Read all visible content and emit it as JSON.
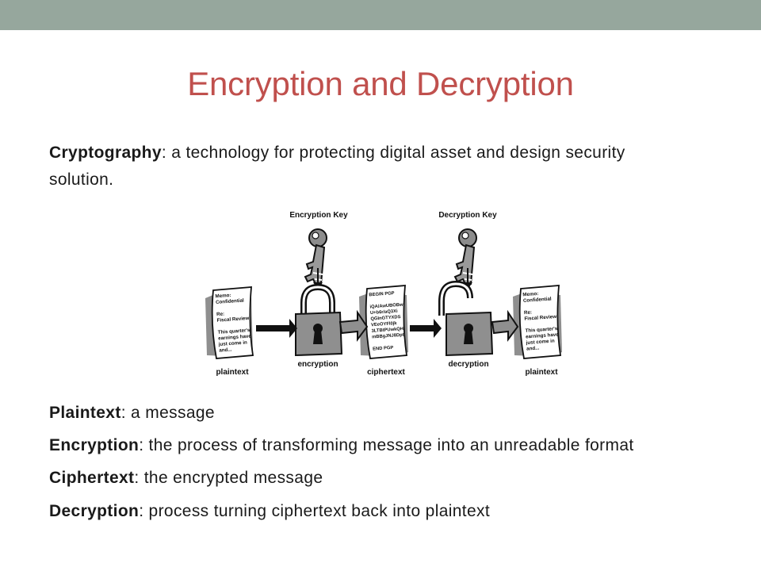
{
  "slide": {
    "title": "Encryption and Decryption",
    "intro": {
      "term": "Cryptography",
      "definition": ": a technology for protecting digital asset and design security solution."
    },
    "diagram": {
      "keys": {
        "encryption_key": "Encryption Key",
        "decryption_key": "Decryption Key"
      },
      "stages": [
        "plaintext",
        "encryption",
        "ciphertext",
        "decryption",
        "plaintext"
      ],
      "documents": {
        "plaintext_in": [
          "Memo:",
          "Confidential",
          "",
          "Re:",
          "Fiscal Review",
          "",
          "This quarter's",
          "earnings have",
          "just come in",
          "and..."
        ],
        "ciphertext": [
          "BEGIN PGP",
          "",
          "iQA/AwUBOBw",
          "U+b6r/aQ3Xi",
          "QGInGTYXDS",
          "VEeOYFl0jk",
          "3LTBtPUwkQH",
          "mBBgJNJ8Dpt",
          "",
          "END PGP"
        ],
        "plaintext_out": [
          "Memo:",
          "Confidential",
          "",
          "Re:",
          "Fiscal Review",
          "",
          "This quarter's",
          "earnings have",
          "just come in",
          "and..."
        ]
      }
    },
    "definitions": [
      {
        "term": "Plaintext",
        "text": ": a message"
      },
      {
        "term": "Encryption",
        "text": ": the process of transforming message into an unreadable format"
      },
      {
        "term": "Ciphertext",
        "text": ": the encrypted message"
      },
      {
        "term": "Decryption",
        "text": ": process turning ciphertext back into plaintext"
      }
    ]
  }
}
